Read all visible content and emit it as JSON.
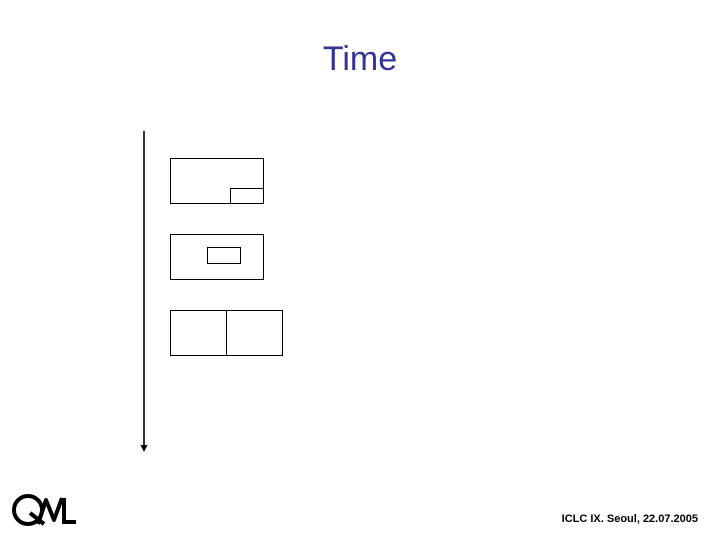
{
  "slide": {
    "title": "Time",
    "footer": "ICLC IX. Seoul, 22.07.2005",
    "logo_text": "QML"
  },
  "colors": {
    "title": "#33339a",
    "lines": "#000000",
    "background": "#ffffff"
  },
  "icons": {
    "time_axis": "down-arrow",
    "relations": [
      "overlap-box",
      "containment-box",
      "adjacent-boxes"
    ]
  }
}
